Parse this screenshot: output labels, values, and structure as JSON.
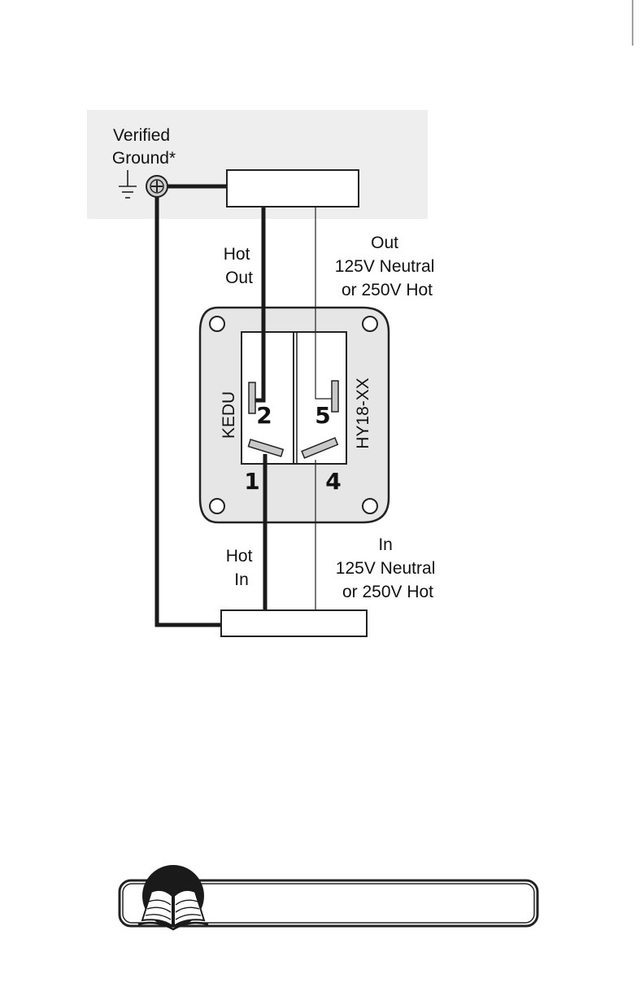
{
  "diagram": {
    "ground_label": [
      "Verified",
      "Ground*"
    ],
    "hot_out_label": [
      "Hot",
      "Out"
    ],
    "out_label": [
      "Out",
      "125V Neutral",
      "or 250V Hot"
    ],
    "hot_in_label": [
      "Hot",
      "In"
    ],
    "in_label": [
      "In",
      "125V Neutral",
      "or 250V Hot"
    ],
    "switch_brand": "KEDU",
    "switch_model": "HY18-XX",
    "terminals": {
      "t1": "1",
      "t2": "2",
      "t4": "4",
      "t5": "5"
    }
  },
  "footer": {
    "note_text": ""
  },
  "colors": {
    "shaded_region": "#eeeeee",
    "switch_plate": "#e6e6e6",
    "wire": "#1a1a1a",
    "contact": "#c8c8c8"
  },
  "icons": {
    "ground": "ground-symbol-icon",
    "screw": "ground-screw-icon",
    "book": "open-book-icon"
  }
}
